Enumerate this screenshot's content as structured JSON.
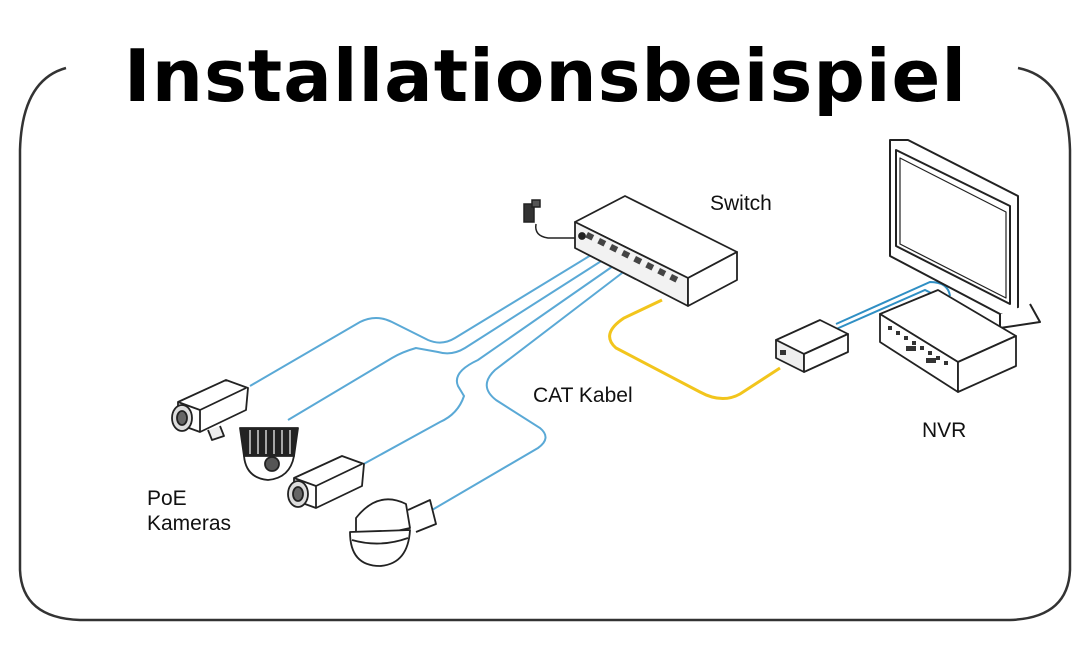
{
  "title": "Installationsbeispiel",
  "labels": {
    "switch": "Switch",
    "cable": "CAT Kabel",
    "nvr": "NVR",
    "cameras_line1": "PoE",
    "cameras_line2": "Kameras"
  },
  "colors": {
    "camera_cable": "#5aa9d6",
    "cat_cable": "#f2c51c",
    "nvr_cable": "#2f8fc4",
    "outline": "#222222",
    "frame": "#333333"
  },
  "icons": [
    "power-adapter-icon",
    "poe-switch-icon",
    "bullet-camera-icon",
    "dome-camera-icon",
    "ptz-camera-icon",
    "media-converter-icon",
    "monitor-icon",
    "nvr-recorder-icon"
  ]
}
